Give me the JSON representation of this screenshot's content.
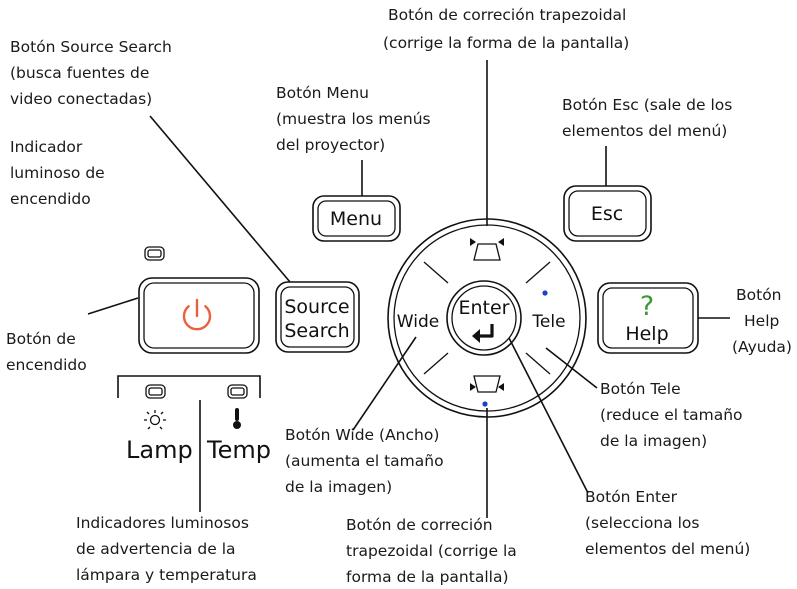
{
  "labels": {
    "keystone_top": [
      "Botón de correción trapezoidal",
      "(corrige la forma de la pantalla)"
    ],
    "source_search": [
      "Botón Source Search",
      "(busca fuentes de",
      "video conectadas)"
    ],
    "menu": [
      "Botón Menu",
      "(muestra los menús",
      "del proyector)"
    ],
    "esc": [
      "Botón Esc (sale de los",
      "elementos del menú)"
    ],
    "power_indicator": [
      "Indicador",
      "luminoso de",
      "encendido"
    ],
    "power_button": [
      "Botón de",
      "encendido"
    ],
    "help": [
      "Botón",
      "Help",
      "(Ayuda)"
    ],
    "tele": [
      "Botón Tele",
      "(reduce el tamaño",
      "de la imagen)"
    ],
    "wide": [
      "Botón Wide (Ancho)",
      "(aumenta el tamaño",
      "de la imagen)"
    ],
    "enter": [
      "Botón Enter",
      "(selecciona los",
      "elementos del menú)"
    ],
    "keystone_bottom": [
      "Botón de correción",
      "trapezoidal (corrige la",
      "forma de la pantalla)"
    ],
    "warning_indicators": [
      "Indicadores luminosos",
      "de advertencia de la",
      "lámpara y temperatura"
    ]
  },
  "keys": {
    "menu": "Menu",
    "esc": "Esc",
    "source": "Source",
    "search": "Search",
    "wide": "Wide",
    "enter": "Enter",
    "tele": "Tele",
    "help_symbol": "?",
    "help": "Help",
    "lamp": "Lamp",
    "temp": "Temp"
  },
  "icons": {
    "power": "power-icon",
    "keystone_up": "keystone-up-icon",
    "keystone_down": "keystone-down-icon",
    "enter_arrow": "return-arrow-icon",
    "lamp": "lamp-icon",
    "temp": "thermometer-icon"
  },
  "colors": {
    "power_icon": "#e8603c",
    "help_icon": "#3a9a35",
    "indicator_dot": "#1f3fd0",
    "outline": "#111111"
  }
}
